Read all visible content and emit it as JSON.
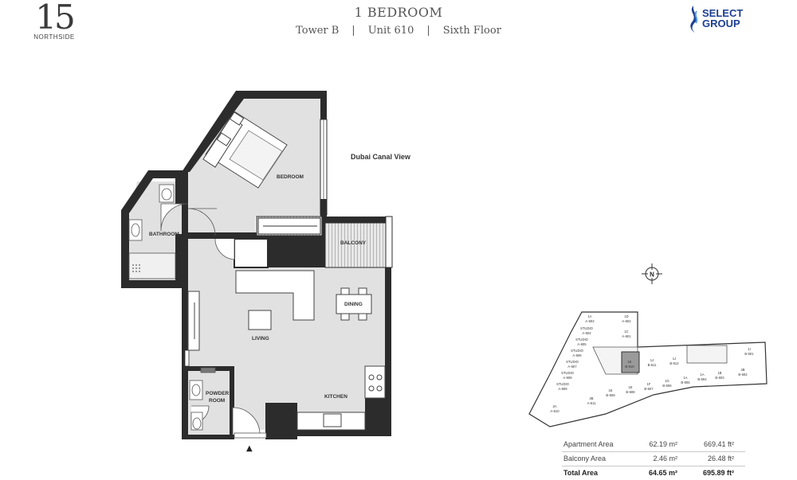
{
  "logo": {
    "number": "15",
    "name": "NORTHSIDE"
  },
  "header": {
    "unit_type": "1 BEDROOM",
    "tower": "Tower B",
    "unit": "Unit 610",
    "floor": "Sixth Floor",
    "separator": "|"
  },
  "brand": {
    "line1": "SELECT",
    "line2": "GROUP",
    "color": "#1c3f94"
  },
  "view_label": "Dubai Canal View",
  "rooms": {
    "bedroom": "BEDROOM",
    "bathroom": "BATHROOM",
    "balcony": "BALCONY",
    "dining": "DINING",
    "living": "LIVING",
    "powder_line1": "POWDER",
    "powder_line2": "ROOM",
    "kitchen": "KITCHEN"
  },
  "compass": {
    "label": "N"
  },
  "entry_arrow": "▲",
  "key_plan": {
    "units": [
      {
        "type": "1A",
        "code": "A-603"
      },
      {
        "type": "1D",
        "code": "A-602"
      },
      {
        "type": "1C",
        "code": "A-601"
      },
      {
        "type": "STUDIO",
        "code": "A-604"
      },
      {
        "type": "STUDIO",
        "code": "A-605"
      },
      {
        "type": "STUDIO",
        "code": "A-606"
      },
      {
        "type": "STUDIO",
        "code": "A-607"
      },
      {
        "type": "STUDIO",
        "code": "A-608"
      },
      {
        "type": "STUDIO",
        "code": "A-609"
      },
      {
        "type": "2A",
        "code": "A-610"
      },
      {
        "type": "2B",
        "code": "A-611"
      },
      {
        "type": "1E",
        "code": "B-609"
      },
      {
        "type": "1E",
        "code": "B-608"
      },
      {
        "type": "1F",
        "code": "B-607"
      },
      {
        "type": "1G",
        "code": "B-606"
      },
      {
        "type": "1A",
        "code": "B-605"
      },
      {
        "type": "1A",
        "code": "B-604"
      },
      {
        "type": "1B",
        "code": "B-603"
      },
      {
        "type": "2B",
        "code": "B-602"
      },
      {
        "type": "1I",
        "code": "B-601"
      },
      {
        "type": "1K",
        "code": "B-610"
      },
      {
        "type": "1J",
        "code": "B-611"
      },
      {
        "type": "1J",
        "code": "B-612"
      }
    ],
    "highlight_color": "#9a9a9a"
  },
  "areas": [
    {
      "label": "Apartment Area",
      "sqm": "62.19 m²",
      "sqft": "669.41 ft²"
    },
    {
      "label": "Balcony Area",
      "sqm": "2.46 m²",
      "sqft": "26.48 ft²"
    },
    {
      "label": "Total Area",
      "sqm": "64.65 m²",
      "sqft": "695.89 ft²"
    }
  ]
}
